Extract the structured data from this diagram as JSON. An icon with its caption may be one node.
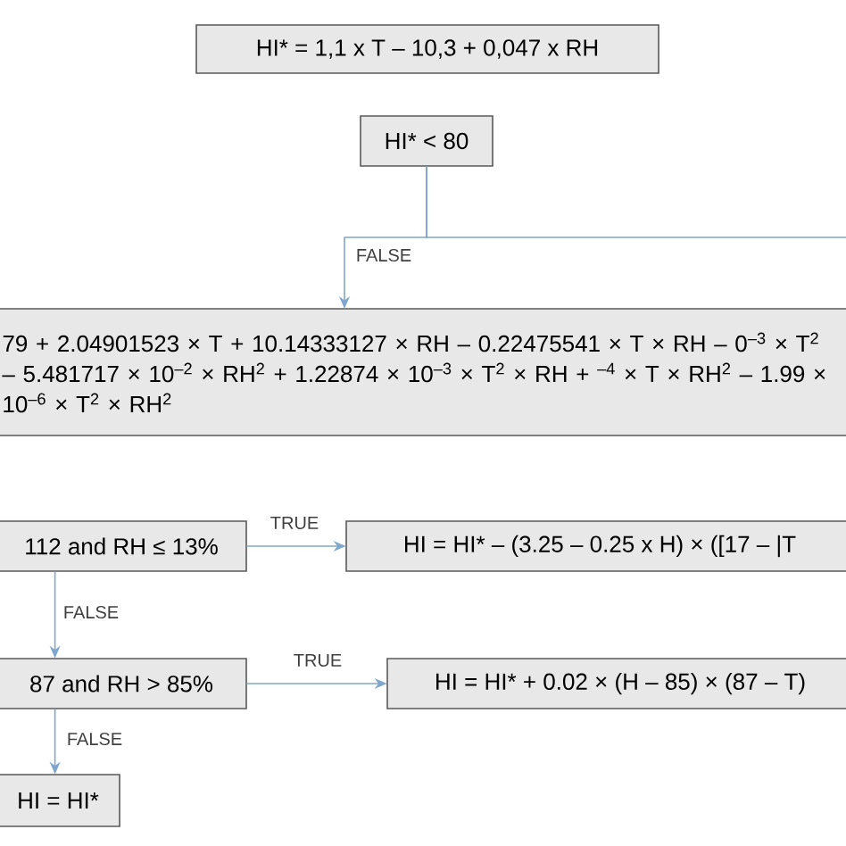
{
  "diagram": {
    "nodes": [
      {
        "text": [
          "HI* = 1,1 x T – 10,3 + 0,047 x RH"
        ]
      },
      {
        "text": [
          "HI* < 80"
        ]
      },
      {
        "text": [
          "79 + 2.04901523 × T + 10.14333127 × RH – 0.22475541 × T × RH – 0$^{–3}$ × T$^{2}$ – 5.481717 × 10$^{–2}$ × RH$^{2}$ + 1.22874 × 10$^{–3}$ × T$^{2}$ × RH + $^{–4}$ × T × RH$^{2}$ – 1.99 × 10$^{–6}$ × T$^{2}$ × RH$^{2}$"
        ]
      },
      {
        "text": [
          "112 and RH ≤ 13%"
        ]
      },
      {
        "text": [
          "HI = HI* – (3.25 – 0.25 x H) × ([17 – |T"
        ]
      },
      {
        "text": [
          "87 and RH > 85%"
        ]
      },
      {
        "text": [
          "HI = HI* + 0.02 × (H – 85) × (87 – T)"
        ]
      },
      {
        "text": [
          "HI = HI*"
        ]
      }
    ],
    "edges": [
      {
        "from": 1,
        "to": 2,
        "arrow": "to",
        "label": "FALSE"
      },
      {
        "from": 1,
        "to": null,
        "arrow": "none"
      },
      {
        "from": 3,
        "to": 4,
        "arrow": "to",
        "label": "TRUE"
      },
      {
        "from": 3,
        "to": 5,
        "arrow": "to",
        "label": "FALSE"
      },
      {
        "from": 5,
        "to": 6,
        "arrow": "to",
        "label": "TRUE"
      },
      {
        "from": 5,
        "to": 7,
        "arrow": "to",
        "label": "FALSE"
      }
    ]
  }
}
